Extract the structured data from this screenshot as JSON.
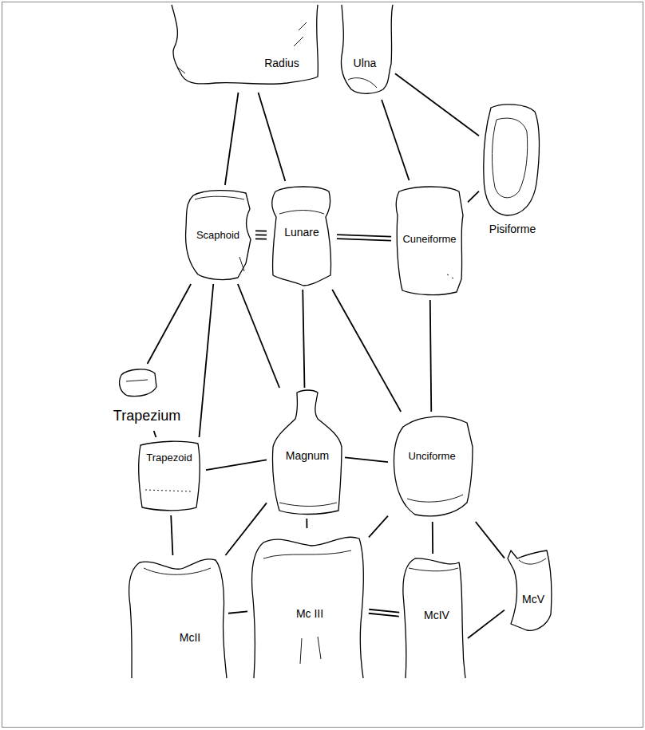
{
  "diagram": {
    "nodes": [
      {
        "text": [
          "Radius"
        ]
      },
      {
        "text": [
          "Ulna"
        ]
      },
      {
        "text": [
          "Pisiforme"
        ]
      },
      {
        "text": [
          "Scaphoid"
        ]
      },
      {
        "text": [
          "Lunare"
        ]
      },
      {
        "text": [
          "Cuneiforme"
        ]
      },
      {
        "text": [
          "Trapezium"
        ]
      },
      {
        "text": [
          "Trapezoid"
        ]
      },
      {
        "text": [
          "Magnum"
        ]
      },
      {
        "text": [
          "Unciforme"
        ]
      },
      {
        "text": [
          "McV"
        ]
      },
      {
        "text": [
          "McII"
        ]
      },
      {
        "text": [
          "Mc III"
        ]
      },
      {
        "text": [
          "McIV"
        ]
      }
    ],
    "edges": [
      {
        "from": 0,
        "to": 3,
        "arrow": "none"
      },
      {
        "from": 0,
        "to": 4,
        "arrow": "none"
      },
      {
        "from": 1,
        "to": 5,
        "arrow": "none"
      },
      {
        "from": 1,
        "to": 2,
        "arrow": "none"
      },
      {
        "from": 2,
        "to": 5,
        "arrow": "none"
      },
      {
        "from": 3,
        "to": 4,
        "arrow": "none"
      },
      {
        "from": 4,
        "to": 5,
        "arrow": "none"
      },
      {
        "from": 3,
        "to": 6,
        "arrow": "none"
      },
      {
        "from": 3,
        "to": 7,
        "arrow": "none"
      },
      {
        "from": 3,
        "to": 8,
        "arrow": "none"
      },
      {
        "from": 4,
        "to": 8,
        "arrow": "none"
      },
      {
        "from": 4,
        "to": 9,
        "arrow": "none"
      },
      {
        "from": 5,
        "to": 9,
        "arrow": "none"
      },
      {
        "from": 6,
        "to": 7,
        "arrow": "none"
      },
      {
        "from": 7,
        "to": 8,
        "arrow": "none"
      },
      {
        "from": 8,
        "to": 9,
        "arrow": "none"
      },
      {
        "from": 9,
        "to": 10,
        "arrow": "none"
      },
      {
        "from": 7,
        "to": 11,
        "arrow": "none"
      },
      {
        "from": 8,
        "to": 11,
        "arrow": "none"
      },
      {
        "from": 8,
        "to": 12,
        "arrow": "none"
      },
      {
        "from": 9,
        "to": 12,
        "arrow": "none"
      },
      {
        "from": 9,
        "to": 13,
        "arrow": "none"
      },
      {
        "from": 10,
        "to": 13,
        "arrow": "none"
      },
      {
        "from": 11,
        "to": 12,
        "arrow": "none"
      },
      {
        "from": 12,
        "to": 13,
        "arrow": "none"
      }
    ]
  }
}
